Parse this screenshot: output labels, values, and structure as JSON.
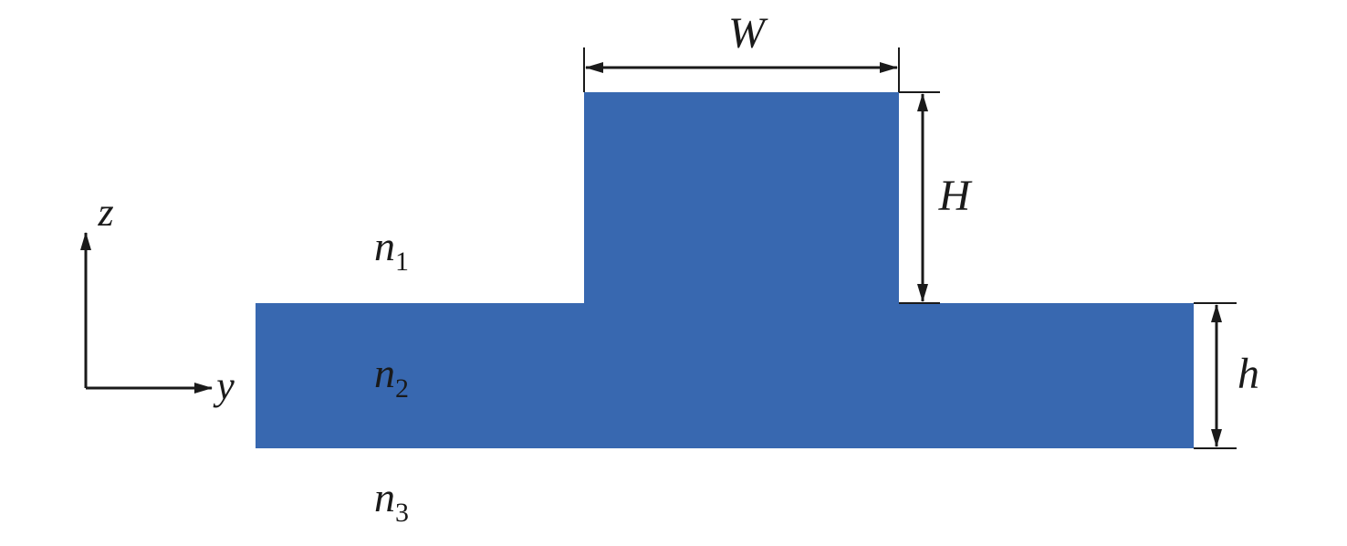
{
  "colors": {
    "waveguide_fill": "#3868B0",
    "lines": "#1a1a1a",
    "background": "#ffffff"
  },
  "labels": {
    "width": "W",
    "rib_height": "H",
    "slab_height": "h"
  },
  "axes": {
    "vertical": "z",
    "horizontal": "y"
  },
  "regions": {
    "cladding": {
      "symbol": "n",
      "subscript": "1"
    },
    "core": {
      "symbol": "n",
      "subscript": "2"
    },
    "substrate": {
      "symbol": "n",
      "subscript": "3"
    }
  }
}
